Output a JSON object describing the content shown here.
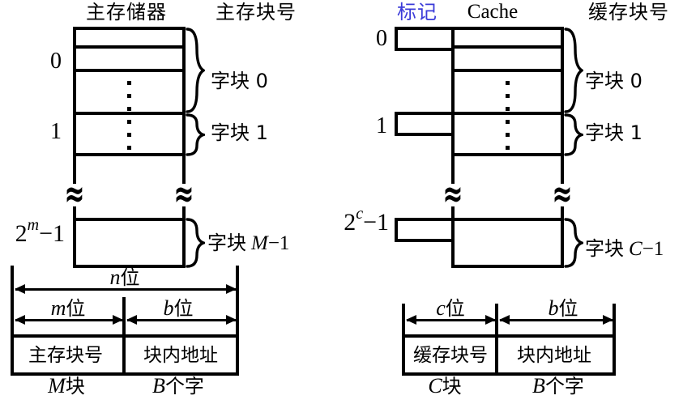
{
  "colors": {
    "ink": "#000000",
    "tag_blue": "#3b3bd8"
  },
  "symbols": {
    "break": "≈"
  },
  "main_memory": {
    "title": "主存储器",
    "block_no_title": "主存块号",
    "row0": "0",
    "row1": "1",
    "last_row_base": "2",
    "last_row_sup": "m",
    "last_row_tail": "−1",
    "block0": "字块 0",
    "block1": "字块 1",
    "last_block_prefix": "字块",
    "last_block_var": "M",
    "last_block_tail": "−1"
  },
  "cache": {
    "tag_title": "标记",
    "title": "Cache",
    "block_no_title": "缓存块号",
    "row0": "0",
    "row1": "1",
    "last_row_base": "2",
    "last_row_sup": "c",
    "last_row_tail": "−1",
    "block0": "字块 0",
    "block1": "字块 1",
    "last_block_prefix": "字块",
    "last_block_var": "C",
    "last_block_tail": "−1"
  },
  "main_address": {
    "total_var": "n",
    "total_unit": "位",
    "block_var": "m",
    "block_unit": "位",
    "word_var": "b",
    "word_unit": "位",
    "field_block": "主存块号",
    "field_word": "块内地址",
    "caption_block_var": "M",
    "caption_block_unit": "块",
    "caption_word_var": "B",
    "caption_word_unit": "个字"
  },
  "cache_address": {
    "block_var": "c",
    "block_unit": "位",
    "word_var": "b",
    "word_unit": "位",
    "field_block": "缓存块号",
    "field_word": "块内地址",
    "caption_block_var": "C",
    "caption_block_unit": "块",
    "caption_word_var": "B",
    "caption_word_unit": "个字"
  }
}
